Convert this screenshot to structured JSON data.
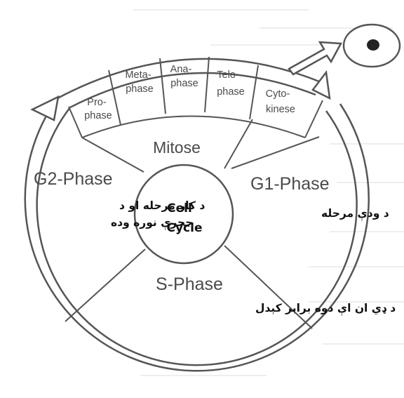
{
  "cycle": {
    "center": {
      "line1": "Cell",
      "line2": "Cycle"
    },
    "mitosis": {
      "label": "Mitose",
      "stages": [
        {
          "line1": "Pro-",
          "line2": "phase"
        },
        {
          "line1": "Meta-",
          "line2": "phase"
        },
        {
          "line1": "Ana-",
          "line2": "phase"
        },
        {
          "line1": "Telo-",
          "line2": "phase"
        },
        {
          "line1": "Cyto-",
          "line2": "kinese"
        }
      ]
    },
    "phases": {
      "g1": {
        "label": "G1-Phase",
        "note": "د ودې مرحله"
      },
      "s": {
        "label": "S-Phase",
        "note": "د ډي ان اې دوه برابر کېدل"
      },
      "g2": {
        "label": "G2-Phase",
        "note_line1": "د کار مرحله او د",
        "note_line2": "حجرې نوره وده"
      }
    },
    "daughter_cell": "cell-outline-with-nucleus",
    "colors": {
      "line": "#555555",
      "text": "#4a4a4a",
      "bold_text": "#111111"
    }
  }
}
